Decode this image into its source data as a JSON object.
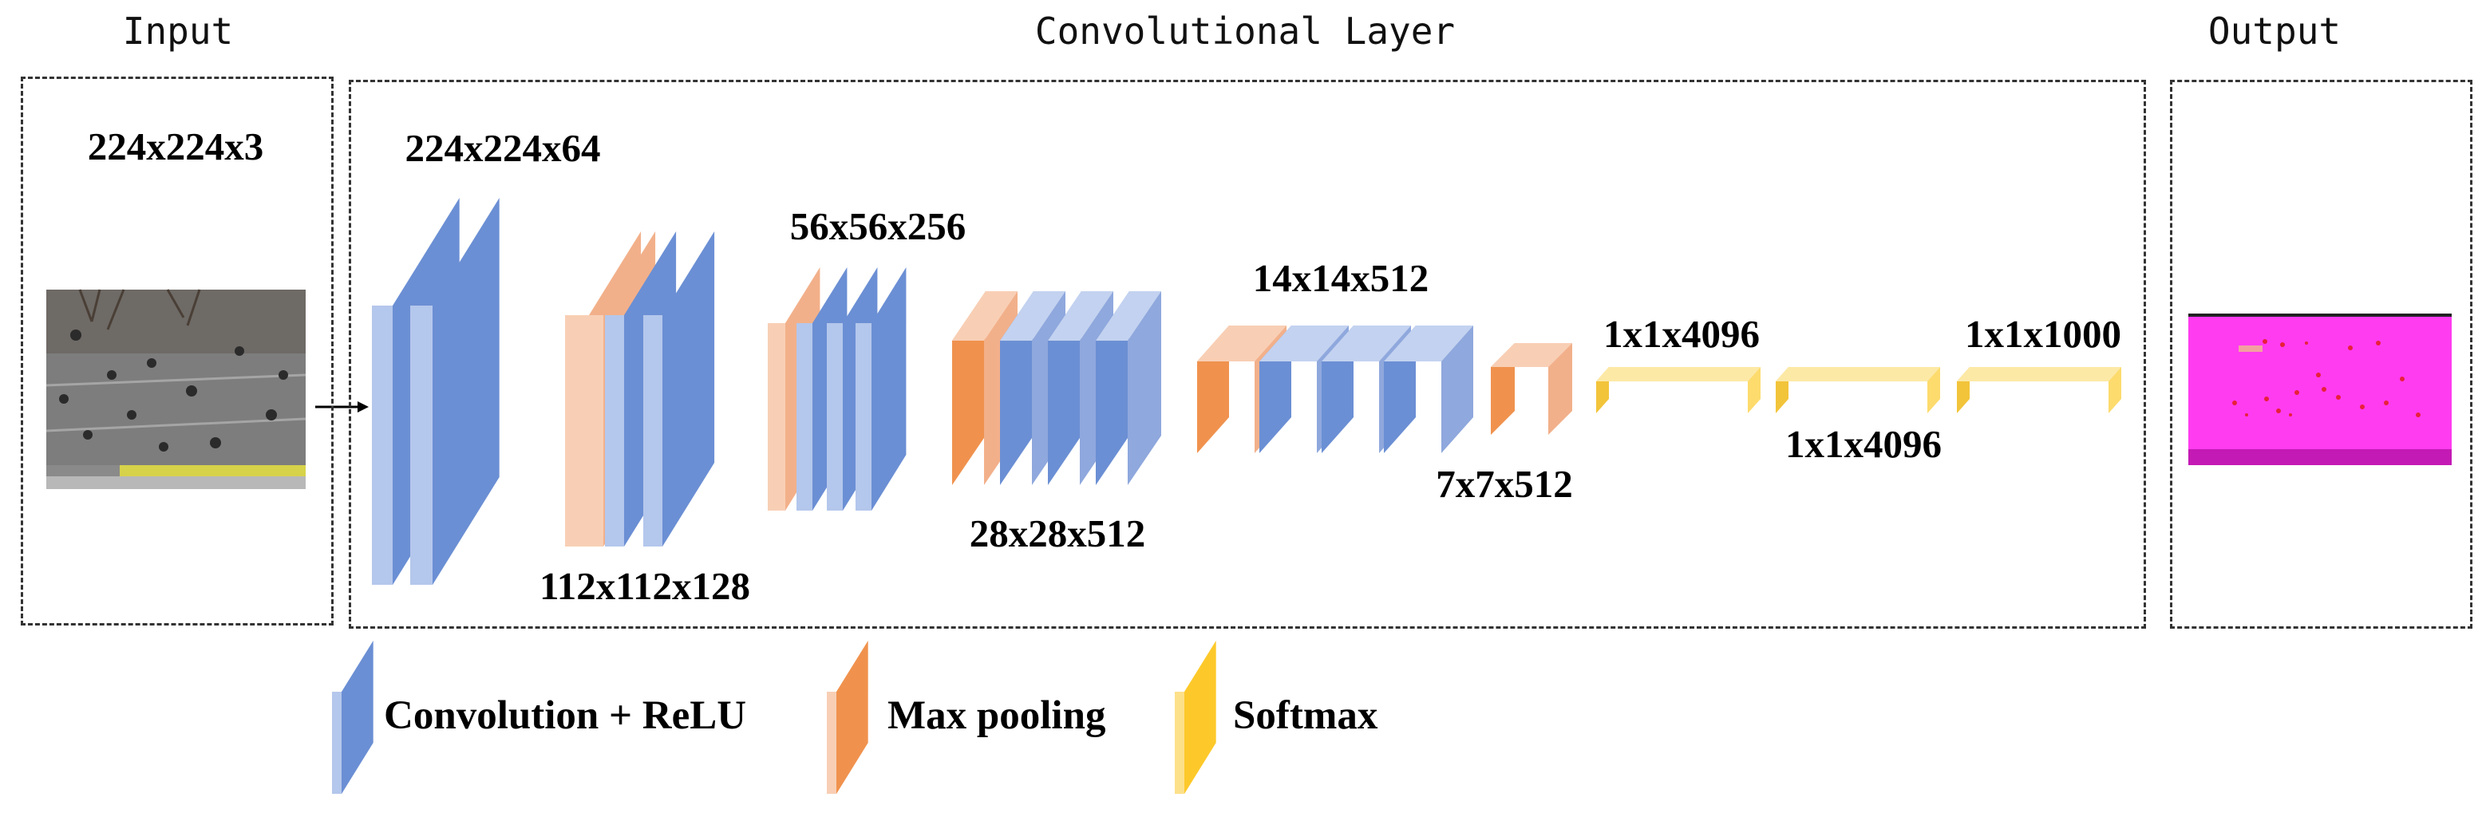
{
  "sections": {
    "input": "Input",
    "conv": "Convolutional Layer",
    "output": "Output"
  },
  "input_dim": "224x224x3",
  "layer_dims": {
    "d1": "224x224x64",
    "d2": "112x112x128",
    "d3": "56x56x256",
    "d4": "28x28x512",
    "d5": "14x14x512",
    "d6": "7x7x512",
    "d7": "1x1x4096",
    "d8": "1x1x4096",
    "d9": "1x1x1000"
  },
  "legend": {
    "conv": "Convolution + ReLU",
    "pool": "Max pooling",
    "softmax": "Softmax"
  },
  "colors": {
    "conv": "#6b8fd4",
    "pool": "#f0924e",
    "softmax": "#fdd54a",
    "output": "#ff3cf0"
  },
  "icons": {
    "input_image": "crowd-scene-photo-thumbnail",
    "output_image": "density-map-thumbnail"
  }
}
